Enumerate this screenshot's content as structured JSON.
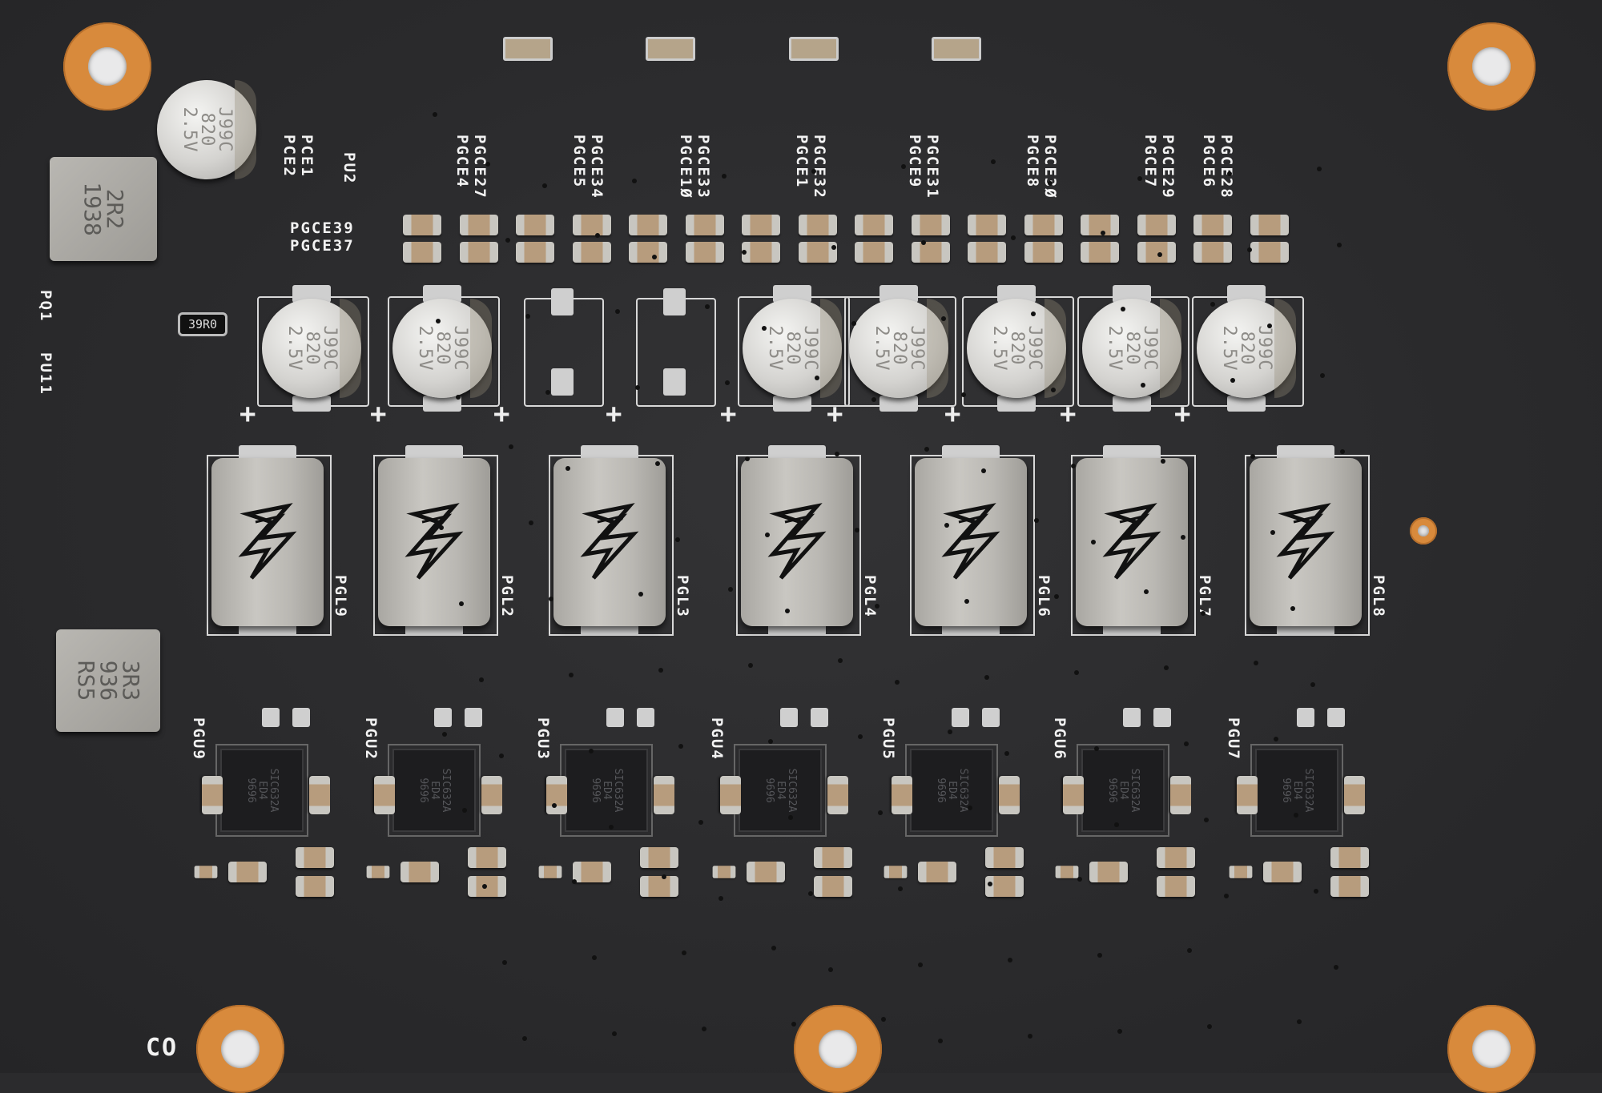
{
  "board": {
    "colors": {
      "solder_mask": "#2b2b2d",
      "silkscreen": "#f2f2f2",
      "copper_ring": "#d88a3c",
      "component_silver": "#c8c6c2"
    },
    "top_left_labels": {
      "pce_pair": [
        "PCE2",
        "PCE1"
      ],
      "pu2": "PU2",
      "pgce_pair": [
        "PGCE39",
        "PGCE37"
      ],
      "pq1": "PQ1",
      "pu11": "PU11"
    },
    "top_label_pairs": [
      [
        "PGCE27",
        "PGCE4"
      ],
      [
        "PGCE34",
        "PGCE5"
      ],
      [
        "PGCE33",
        "PGCE1Ø"
      ],
      [
        "PGCE32",
        "PGCE1"
      ],
      [
        "PGCE31",
        "PGCE9"
      ],
      [
        "PGCE3Ø",
        "PGCE8"
      ],
      [
        "PGCE29",
        "PGCE7"
      ],
      [
        "PGCE28",
        "PGCE6"
      ]
    ],
    "capacitor_marking": "J99C\n820\n2.5V",
    "resistor_marking": "39R0",
    "left_inductors": [
      {
        "marking": "2R2\n1938"
      },
      {
        "marking": "3R3\n936\nRS5"
      }
    ],
    "choke_labels": [
      "PGL9",
      "PGL2",
      "PGL3",
      "PGL4",
      "PGL6",
      "PGL7",
      "PGL8"
    ],
    "mosfet_labels": [
      "PGU9",
      "PGU2",
      "PGU3",
      "PGU4",
      "PGU5",
      "PGU6",
      "PGU7"
    ],
    "mosfet_marking": "SIC632A\nED4\n9696",
    "bottom_edge_text": "CO"
  }
}
